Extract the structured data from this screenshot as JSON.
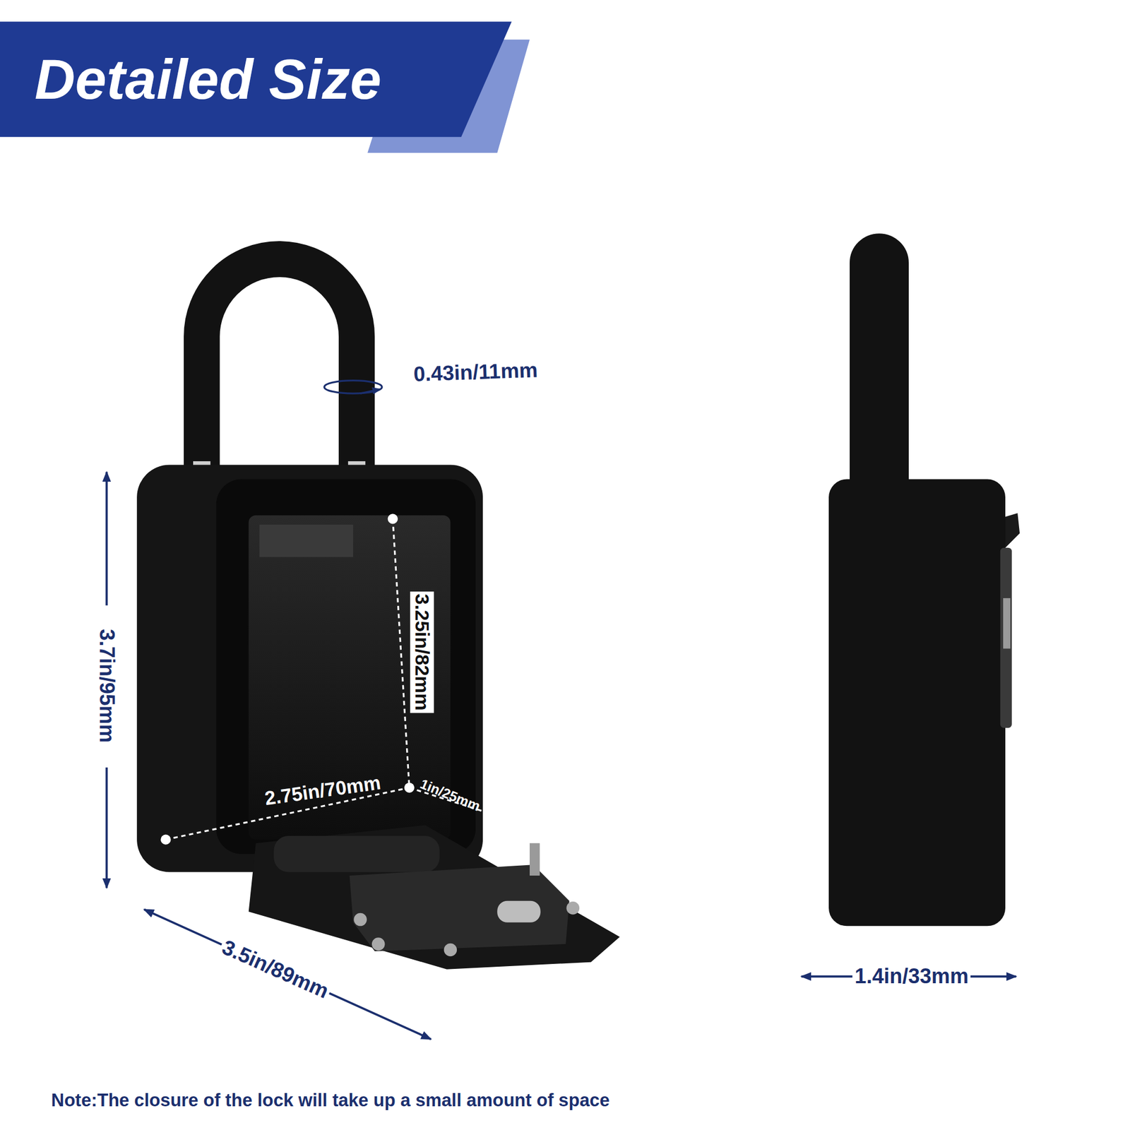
{
  "diagram": {
    "title": "Detailed Size",
    "labels": [
      "0.43in/11mm",
      "3.7in/95mm",
      "3.25in/82mm",
      "2.75in/70mm",
      "1in/25mm",
      "3.5in/89mm",
      "1.4in/33mm",
      "Note:The closure of the lock will take up a small amount of space"
    ]
  }
}
